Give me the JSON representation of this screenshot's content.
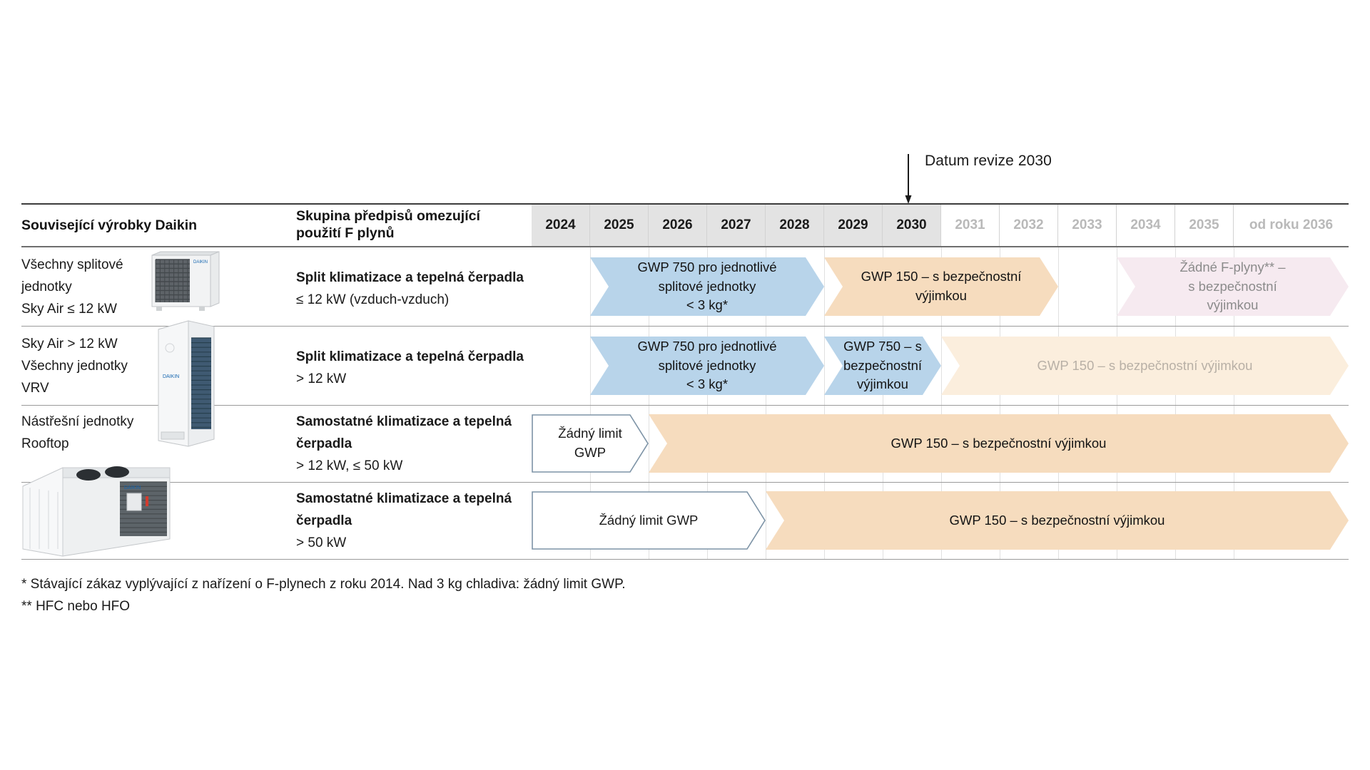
{
  "annotation": {
    "revision_label": "Datum revize 2030",
    "arrow_icon": "down-arrow-icon"
  },
  "table": {
    "headers": {
      "products": "Související výrobky Daikin",
      "group_line1": "Skupina předpisů omezující",
      "group_line2": "použití F plynů"
    },
    "years": [
      {
        "label": "2024",
        "active": true
      },
      {
        "label": "2025",
        "active": true
      },
      {
        "label": "2026",
        "active": true
      },
      {
        "label": "2027",
        "active": true
      },
      {
        "label": "2028",
        "active": true
      },
      {
        "label": "2029",
        "active": true
      },
      {
        "label": "2030",
        "active": true
      },
      {
        "label": "2031",
        "active": false
      },
      {
        "label": "2032",
        "active": false
      },
      {
        "label": "2033",
        "active": false
      },
      {
        "label": "2034",
        "active": false
      },
      {
        "label": "2035",
        "active": false
      },
      {
        "label": "od roku 2036",
        "active": false
      }
    ],
    "rows": [
      {
        "products": [
          "Všechny splitové",
          "jednotky",
          "Sky Air ≤ 12 kW"
        ],
        "product_image": "split-outdoor-unit-photo",
        "group_bold": "Split klimatizace a tepelná čerpadla",
        "group_sub": "≤ 12 kW (vzduch-vzduch)",
        "bars": [
          {
            "style": "blue",
            "text": "GWP 750 pro jednotlivé\nsplitové jednotky\n< 3 kg*"
          },
          {
            "style": "orange",
            "text": "GWP 150 – s bezpečnostní výjimkou"
          },
          {
            "style": "pink",
            "text": "Žádné F-plyny** –\ns bezpečnostní\nvýjimkou"
          }
        ]
      },
      {
        "products": [
          "Sky Air > 12 kW",
          "Všechny jednotky",
          "VRV"
        ],
        "product_image": "vrv-outdoor-unit-photo",
        "group_bold": "Split klimatizace a tepelná čerpadla",
        "group_sub": "> 12 kW",
        "bars": [
          {
            "style": "blue",
            "text": "GWP 750 pro jednotlivé\nsplitové jednotky\n< 3 kg*"
          },
          {
            "style": "blue",
            "text": "GWP 750 – s bezpečnostní\nvýjimkou"
          },
          {
            "style": "orange-faded",
            "text": "GWP 150 – s bezpečnostní výjimkou"
          }
        ]
      },
      {
        "products": [
          "Nástřešní jednotky",
          "Rooftop"
        ],
        "product_image": "rooftop-unit-photo",
        "group_bold": "Samostatné klimatizace a tepelná",
        "group_bold2": "čerpadla",
        "group_sub": "> 12 kW, ≤ 50 kW",
        "bars": [
          {
            "style": "outline",
            "text": "Žádný limit GWP"
          },
          {
            "style": "orange",
            "text": "GWP 150 – s bezpečnostní výjimkou"
          }
        ]
      },
      {
        "products": [],
        "product_image": "",
        "group_bold": "Samostatné klimatizace a tepelná",
        "group_bold2": "čerpadla",
        "group_sub": "> 50 kW",
        "bars": [
          {
            "style": "outline",
            "text": "Žádný limit GWP"
          },
          {
            "style": "orange",
            "text": "GWP 150 – s bezpečnostní výjimkou"
          }
        ]
      }
    ]
  },
  "footnotes": [
    "* Stávající zákaz vyplývající z nařízení o F-plynech z roku 2014. Nad 3 kg chladiva: žádný limit GWP.",
    "** HFC nebo HFO"
  ],
  "colors": {
    "blue": "#b8d4ea",
    "orange": "#f6dcbe",
    "orange_faded": "#fbeedd",
    "pink": "#f6eaf0",
    "header_active_bg": "#e3e3e3",
    "header_inactive_text": "#b9b9b9"
  }
}
